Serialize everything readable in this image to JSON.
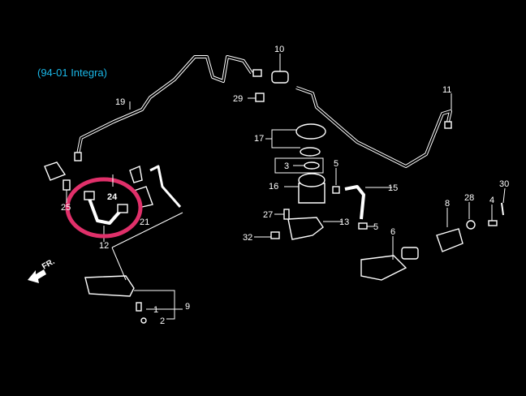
{
  "title": "(94-01 Integra)",
  "direction_label": "FR.",
  "highlight_color": "#e0306a",
  "title_color": "#1ab8e8",
  "callouts": {
    "p19": "19",
    "p10": "10",
    "p11": "11",
    "p29": "29",
    "p17": "17",
    "p3": "3",
    "p5a": "5",
    "p16": "16",
    "p15": "15",
    "p27": "27",
    "p13": "13",
    "p32": "32",
    "p5b": "5",
    "p6": "6",
    "p8": "8",
    "p28": "28",
    "p4": "4",
    "p30": "30",
    "p24": "24",
    "p25": "25",
    "p21": "21",
    "p12": "12",
    "p9": "9",
    "p1": "1",
    "p2": "2"
  }
}
